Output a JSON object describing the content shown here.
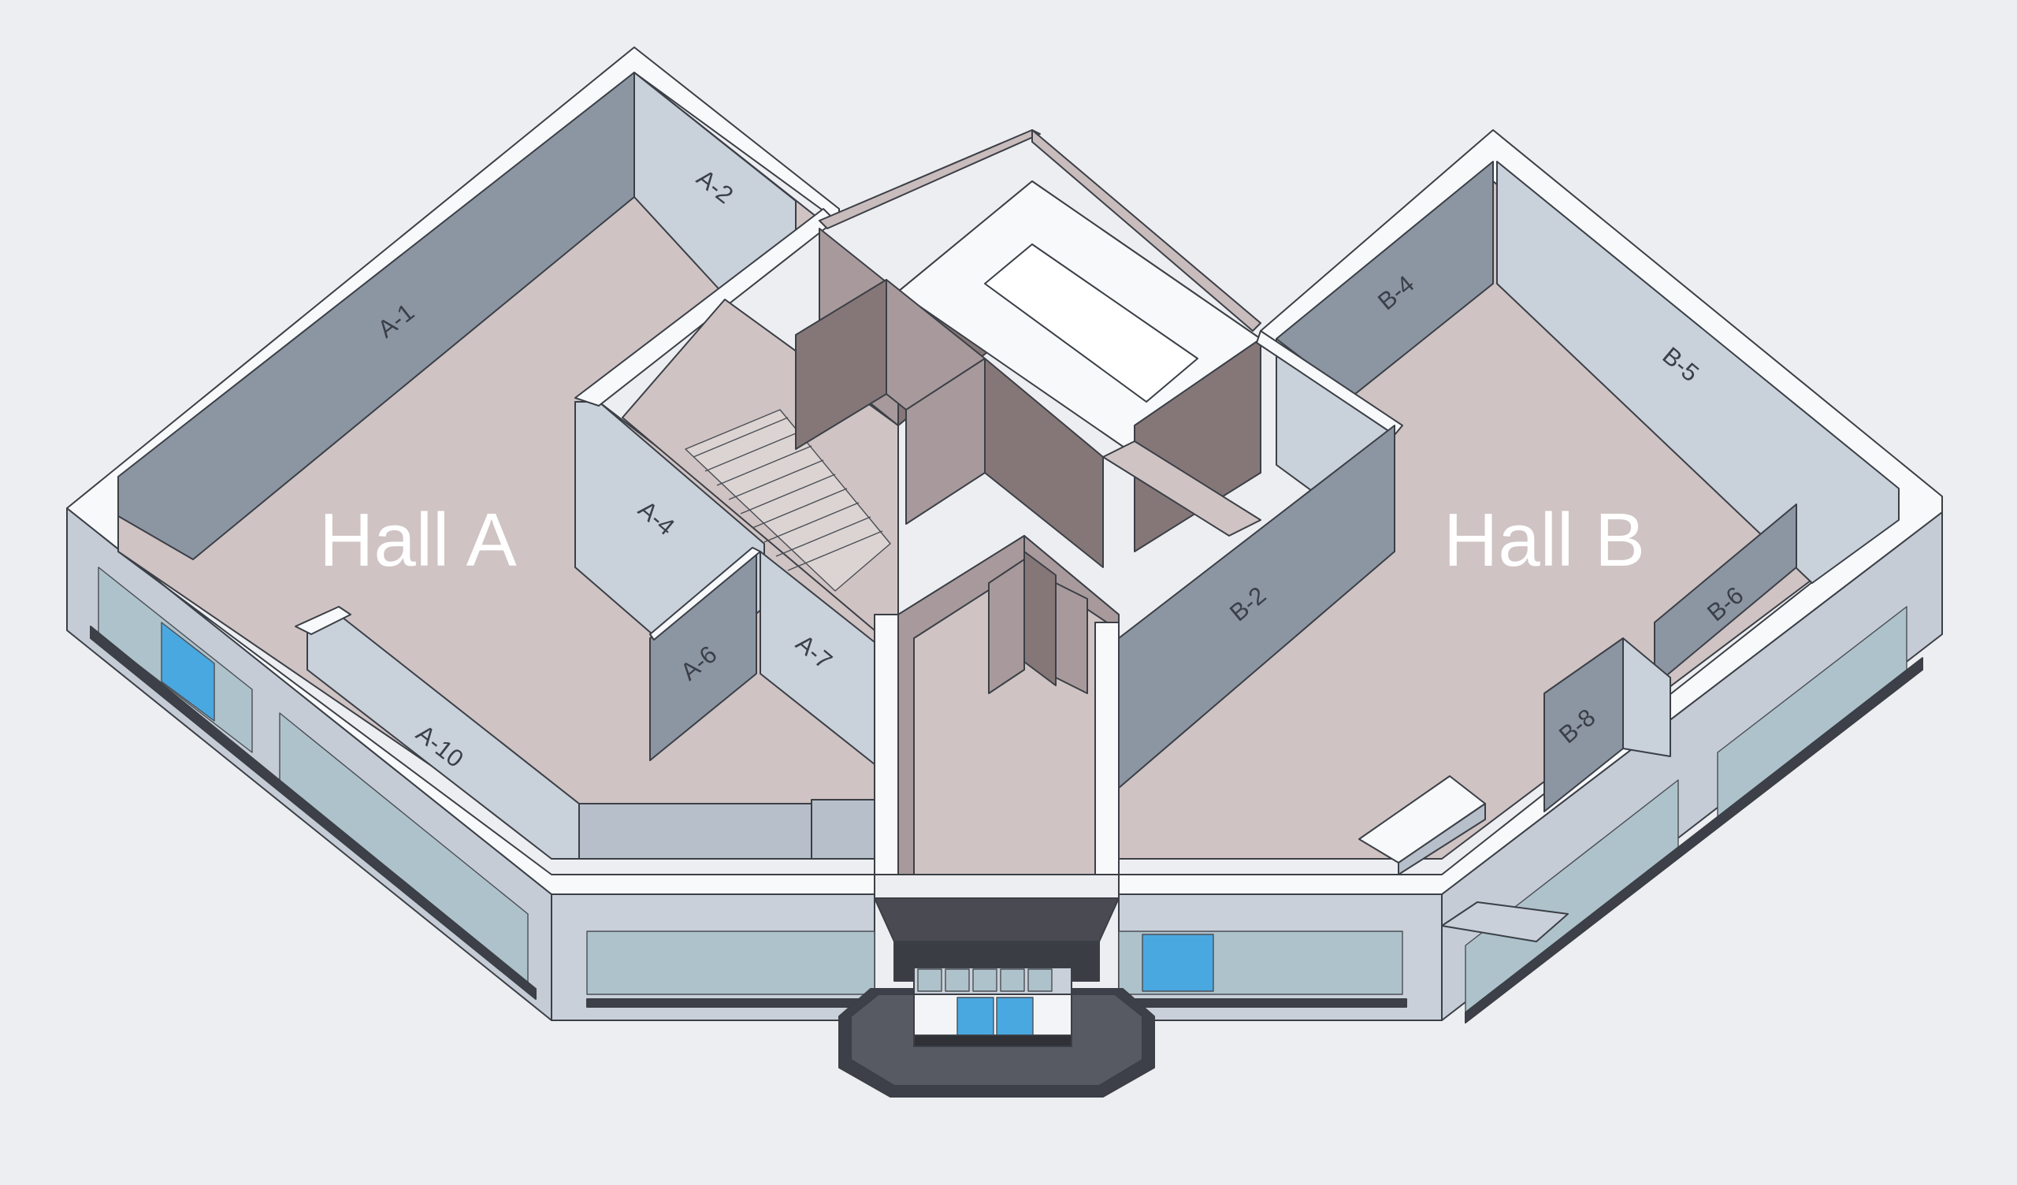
{
  "plan": {
    "halls": [
      {
        "id": "hall-a",
        "label": "Hall A"
      },
      {
        "id": "hall-b",
        "label": "Hall B"
      }
    ],
    "wall_labels": {
      "a1": "A-1",
      "a2": "A-2",
      "a4": "A-4",
      "a6": "A-6",
      "a7": "A-7",
      "a10": "A-10",
      "b2": "B-2",
      "b4": "B-4",
      "b5": "B-5",
      "b6": "B-6",
      "b8": "B-8"
    },
    "colors": {
      "background": "#edeef1",
      "floor": "#cfc3c3",
      "wall_top": "#f7f9fb",
      "wall_dark": "#8c96a3",
      "wall_light": "#c9d1db",
      "core_wall": "#a89a9c",
      "core_wall_dark": "#857778",
      "glass": "#aec2cb",
      "glass_blue": "#4aa8e0",
      "entrance": "#4a4b52"
    }
  }
}
